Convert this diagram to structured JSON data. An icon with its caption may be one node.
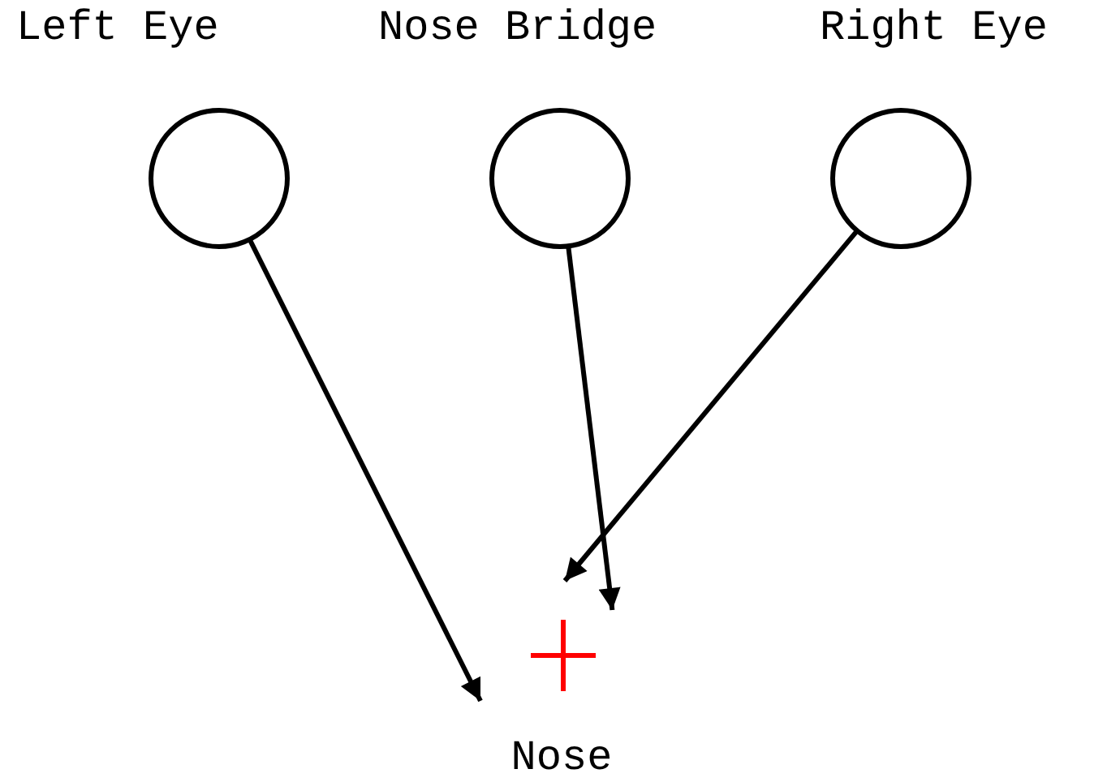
{
  "diagram": {
    "nodes": [
      {
        "text": [],
        "shape": "circle"
      },
      {
        "text": [],
        "shape": "circle"
      },
      {
        "text": [],
        "shape": "circle"
      },
      {
        "text": [
          "Nose"
        ]
      }
    ],
    "edges": [
      {
        "from": 0,
        "to": 3,
        "arrow": "to"
      },
      {
        "from": 1,
        "to": 3,
        "arrow": "to"
      },
      {
        "from": 2,
        "to": 3,
        "arrow": "to"
      }
    ],
    "labels": [
      "Left Eye",
      "Nose Bridge",
      "Right Eye"
    ]
  }
}
